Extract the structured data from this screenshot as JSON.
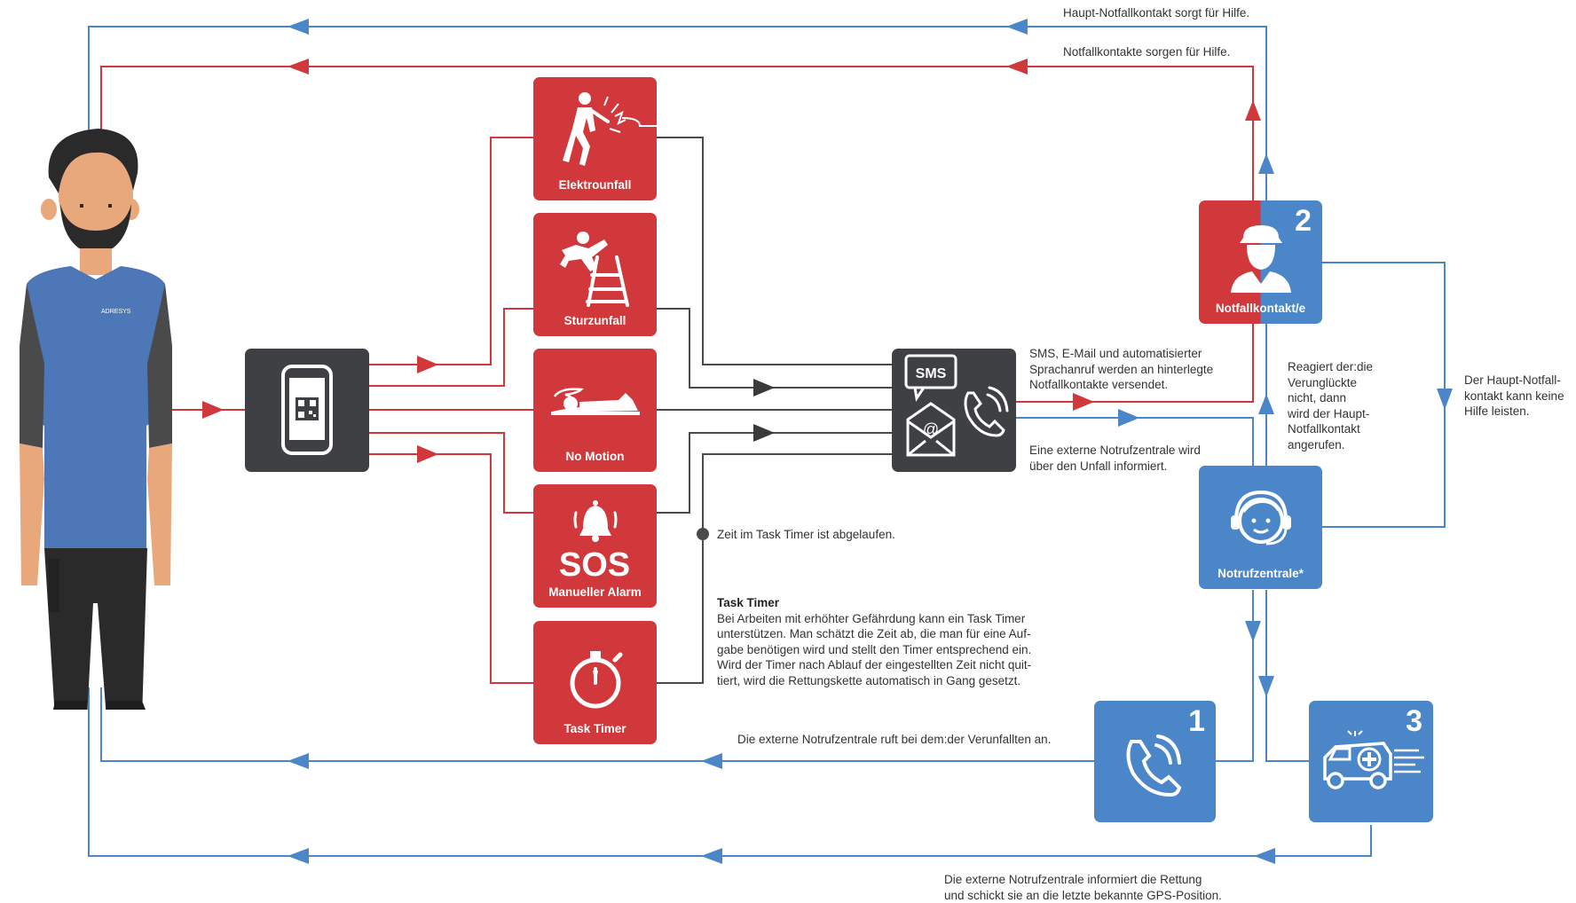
{
  "boxes": {
    "elektrounfall": "Elektrounfall",
    "sturzunfall": "Sturzunfall",
    "no_motion": "No Motion",
    "sos_big": "SOS",
    "manueller_alarm": "Manueller Alarm",
    "task_timer": "Task Timer",
    "notfallkontakt": "Notfallkontakt/e",
    "notfallkontakt_num": "2",
    "notrufzentrale": "Notrufzentrale*",
    "call_num": "1",
    "rescue_num": "3",
    "sms_label": "SMS",
    "shirt_logo": "ADRESYS"
  },
  "annotations": {
    "haupt_hilfe": "Haupt-Notfallkontakt sorgt für Hilfe.",
    "kontakte_hilfe": "Notfallkontakte sorgen für Hilfe.",
    "sms_1": "SMS, E-Mail und automatisierter",
    "sms_2": "Sprachanruf werden an hinterlegte",
    "sms_3": "Notfallkontakte versendet.",
    "extern_1": "Eine externe Notrufzentrale wird",
    "extern_2": "über den Unfall informiert.",
    "reagiert_1": "Reagiert der:die",
    "reagiert_2": "Verunglückte",
    "reagiert_3": "nicht, dann",
    "reagiert_4": "wird der Haupt-",
    "reagiert_5": "Notfallkontakt",
    "reagiert_6": "angerufen.",
    "haupt_keine_1": "Der Haupt-Notfall-",
    "haupt_keine_2": "kontakt kann keine",
    "haupt_keine_3": "Hilfe leisten.",
    "timer_abgelaufen": "Zeit im Task Timer ist abgelaufen.",
    "task_timer_title": "Task Timer",
    "task_timer_1": "Bei Arbeiten mit erhöhter Gefährdung kann ein Task Timer",
    "task_timer_2": "unterstützen. Man schätzt die Zeit ab, die man für eine Auf-",
    "task_timer_3": "gabe benötigen wird und stellt den Timer entsprechend ein.",
    "task_timer_4": "Wird der Timer nach Ablauf der eingestellten Zeit nicht quit-",
    "task_timer_5": "tiert, wird die Rettungskette automatisch in Gang gesetzt.",
    "ruft_an": "Die externe Notrufzentrale ruft bei dem:der Verunfallten an.",
    "rettung_1": "Die externe Notrufzentrale informiert die Rettung",
    "rettung_2": "und schickt sie an die letzte bekannte GPS-Position."
  },
  "colors": {
    "red": "#d0383c",
    "blue": "#4a86c8",
    "dark": "#3f4043",
    "grey_line": "#4a4a4a"
  },
  "icons": [
    "person-worker",
    "smartphone-icon",
    "electric-shock-icon",
    "ladder-fall-icon",
    "no-motion-icon",
    "alarm-bell-icon",
    "stopwatch-icon",
    "sms-email-phone-icon",
    "emergency-contact-icon",
    "headset-operator-icon",
    "phone-call-icon",
    "ambulance-icon"
  ]
}
